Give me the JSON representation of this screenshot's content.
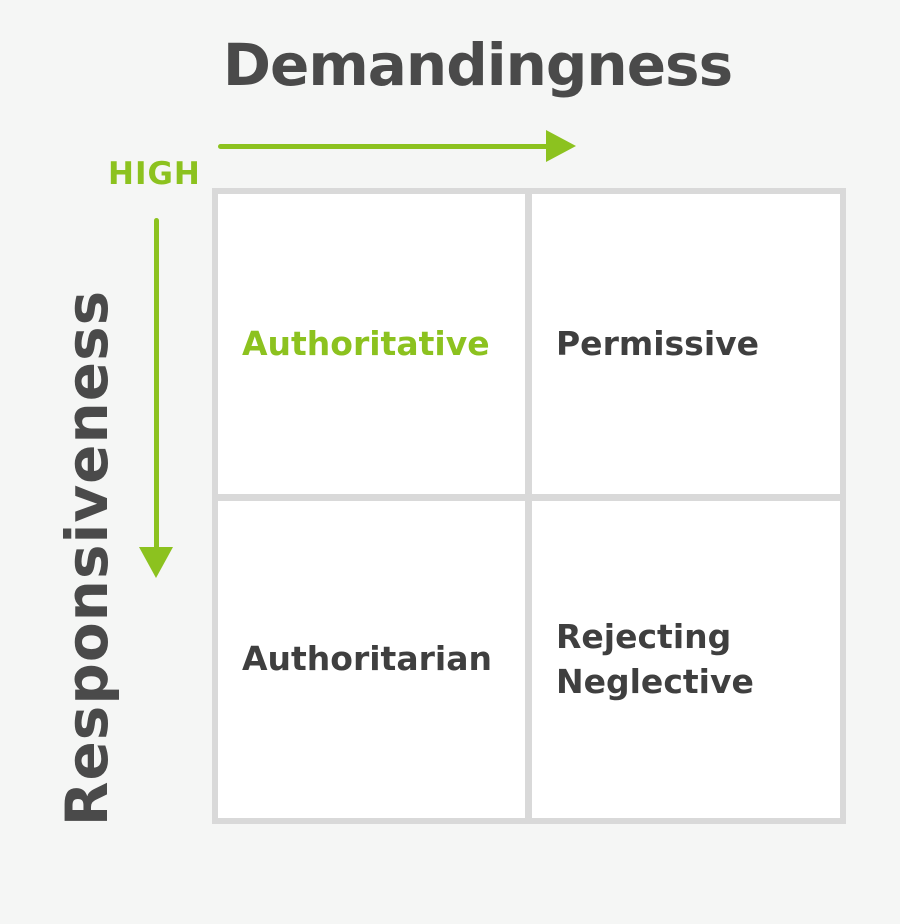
{
  "colors": {
    "accent_green": "#8cc21f",
    "dark_text": "#4a4a4a",
    "grid_border": "#d9d9d9",
    "background": "#f5f6f5",
    "cell_background": "#ffffff"
  },
  "axes": {
    "x": {
      "title": "Demandingness",
      "arrow_direction": "right"
    },
    "y": {
      "title": "Responsiveness",
      "arrow_direction": "down"
    },
    "origin_label": "HIGH"
  },
  "quadrants": [
    {
      "position": "top-left",
      "label": "Authoritative",
      "highlighted": true
    },
    {
      "position": "top-right",
      "label": "Permissive",
      "highlighted": false
    },
    {
      "position": "bottom-left",
      "label": "Authoritarian",
      "highlighted": false
    },
    {
      "position": "bottom-right",
      "label": "Rejecting\nNeglective",
      "highlighted": false
    }
  ]
}
